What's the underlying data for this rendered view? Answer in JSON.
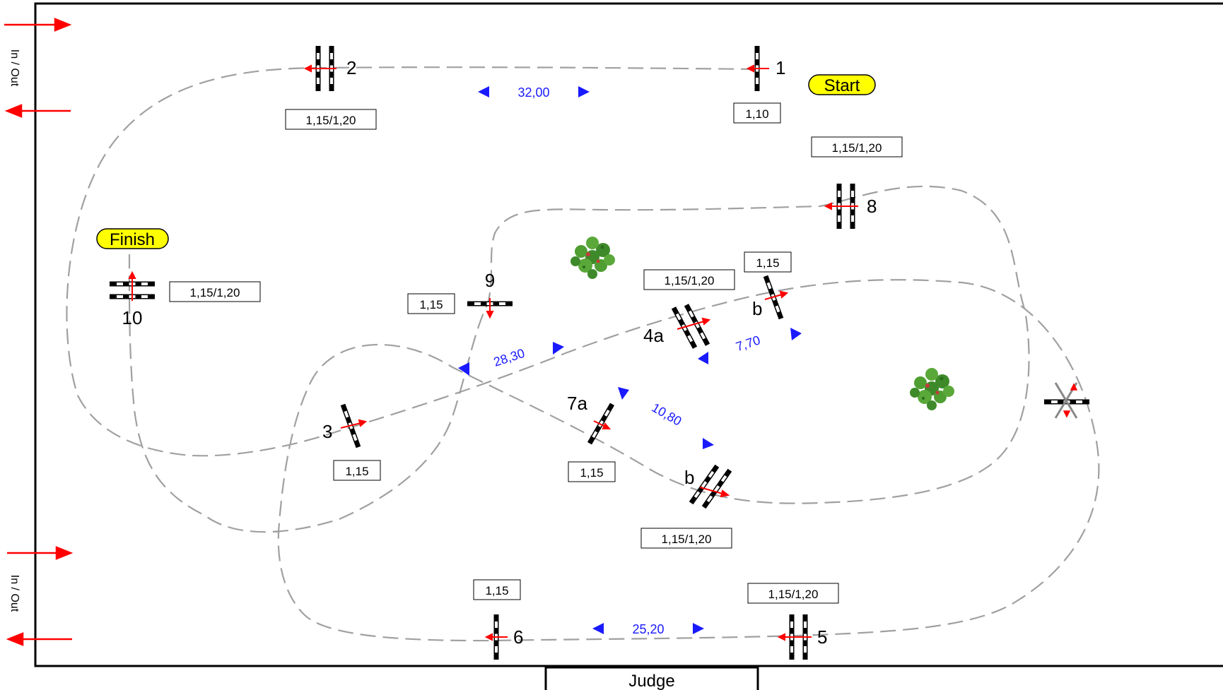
{
  "entry_labels": [
    "In / Out",
    "In / Out"
  ],
  "start_label": "Start",
  "finish_label": "Finish",
  "judge_label": "Judge",
  "obstacles": [
    {
      "number": "1",
      "height": "1,10"
    },
    {
      "number": "2",
      "height": "1,15/1,20"
    },
    {
      "number": "3",
      "height": "1,15"
    },
    {
      "number": "4a",
      "height": "1,15/1,20"
    },
    {
      "number": "b",
      "height": "1,15"
    },
    {
      "number": "5",
      "height": "1,15/1,20"
    },
    {
      "number": "6",
      "height": "1,15"
    },
    {
      "number": "7a",
      "height": "1,15"
    },
    {
      "number": "b",
      "height": "1,15/1,20"
    },
    {
      "number": "8",
      "height": "1,15/1,20"
    },
    {
      "number": "9",
      "height": "1,15"
    },
    {
      "number": "10",
      "height": "1,15/1,20"
    }
  ],
  "distances": [
    "32,00",
    "28,30",
    "7,70",
    "10,80",
    "25,20"
  ],
  "colors": {
    "path": "#a0a0a0",
    "distance": "#1a1aff",
    "arrow": "#ff0000",
    "badge": "#ffff00",
    "tree": "#3e8a2a",
    "border": "#000000"
  }
}
